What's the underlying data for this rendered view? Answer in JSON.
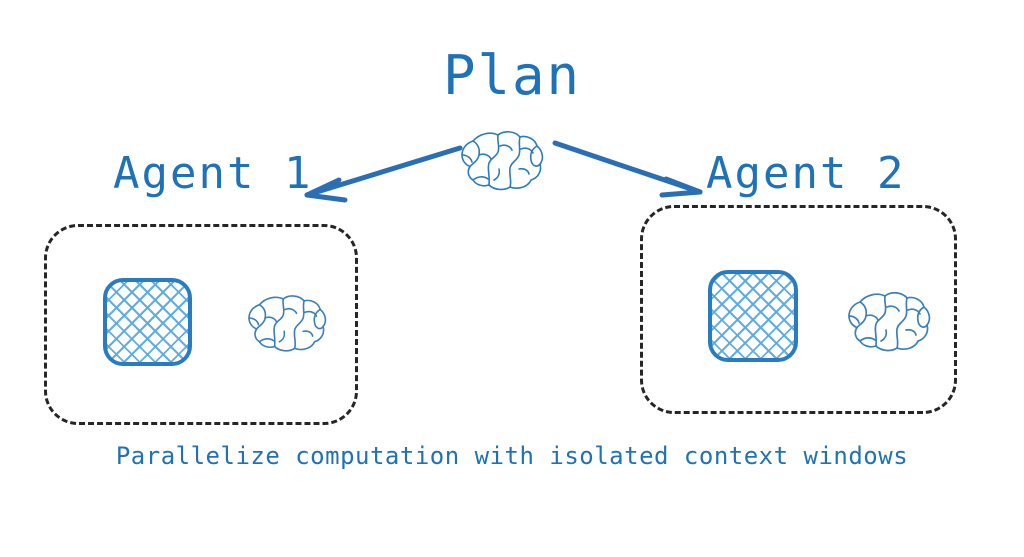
{
  "diagram": {
    "title": "Plan",
    "caption": "Parallelize computation with isolated context windows",
    "accent_color": "#1f72b8",
    "box_border_color": "#262626",
    "hatch_color": "#5aaae1",
    "background_color": "#ffffff",
    "agents": [
      {
        "label": "Agent 1",
        "context_window_icon": "hatched-square-icon",
        "brain_icon": "brain-icon"
      },
      {
        "label": "Agent 2",
        "context_window_icon": "hatched-square-icon",
        "brain_icon": "brain-icon"
      }
    ],
    "root": {
      "icon": "brain-icon"
    },
    "arrows": [
      {
        "name": "arrow-to-agent-1",
        "direction": "down-left"
      },
      {
        "name": "arrow-to-agent-2",
        "direction": "down-right"
      }
    ]
  }
}
